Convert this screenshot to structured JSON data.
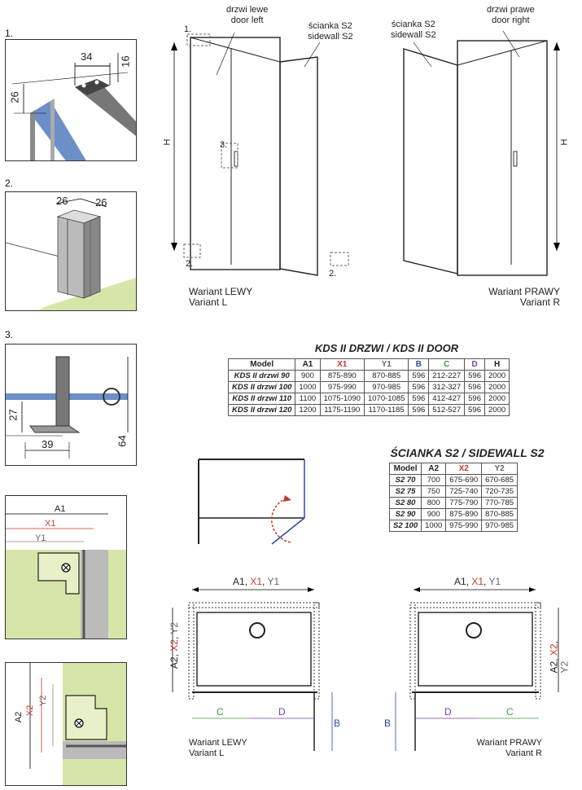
{
  "details": {
    "d1": {
      "label": "1.",
      "dims": [
        "34",
        "16",
        "26"
      ]
    },
    "d2": {
      "label": "2.",
      "dims": [
        "26",
        "26"
      ]
    },
    "d3": {
      "label": "3.",
      "dims": [
        "27",
        "39",
        "64"
      ]
    }
  },
  "top_left": {
    "callout_door": [
      "drzwi lewe",
      "door left"
    ],
    "callout_wall": [
      "ścianka S2",
      "sidewall S2"
    ],
    "markers": [
      "1.",
      "3.",
      "2.",
      "2."
    ],
    "height": "H",
    "caption": [
      "Wariant LEWY",
      "Variant L"
    ]
  },
  "top_right": {
    "callout_wall": [
      "ścianka S2",
      "sidewall S2"
    ],
    "callout_door": [
      "drzwi prawe",
      "door right"
    ],
    "height": "H",
    "caption": [
      "Wariant PRAWY",
      "Variant R"
    ]
  },
  "door_table": {
    "title": "KDS II DRZWI / KDS II DOOR",
    "headers": [
      "Model",
      "A1",
      "X1",
      "Y1",
      "B",
      "C",
      "D",
      "H"
    ],
    "rows": [
      [
        "KDS II drzwi 90",
        "900",
        "875-890",
        "870-885",
        "596",
        "212-227",
        "596",
        "2000"
      ],
      [
        "KDS II drzwi 100",
        "1000",
        "975-990",
        "970-985",
        "596",
        "312-327",
        "596",
        "2000"
      ],
      [
        "KDS II drzwi 110",
        "1100",
        "1075-1090",
        "1070-1085",
        "596",
        "412-427",
        "596",
        "2000"
      ],
      [
        "KDS II drzwi 120",
        "1200",
        "1175-1190",
        "1170-1185",
        "596",
        "512-527",
        "596",
        "2000"
      ]
    ]
  },
  "wall_table": {
    "title": "ŚCIANKA S2 / SIDEWALL S2",
    "headers": [
      "Model",
      "A2",
      "X2",
      "Y2"
    ],
    "rows": [
      [
        "S2 70",
        "700",
        "675-690",
        "670-685"
      ],
      [
        "S2 75",
        "750",
        "725-740",
        "720-735"
      ],
      [
        "S2 80",
        "800",
        "775-790",
        "770-785"
      ],
      [
        "S2 90",
        "900",
        "875-890",
        "870-885"
      ],
      [
        "S2 100",
        "1000",
        "975-990",
        "970-985"
      ]
    ]
  },
  "plan_labels": {
    "a1": "A1",
    "x1": "X1",
    "y1": "Y1",
    "a2": "A2",
    "x2": "X2",
    "y2": "Y2",
    "c": "C",
    "d": "D",
    "b": "B",
    "left_caption": [
      "Wariant LEWY",
      "Variant L"
    ],
    "right_caption": [
      "Wariant PRAWY",
      "Variant R"
    ]
  },
  "colors": {
    "accent_red": "#c0392b",
    "accent_blue": "#2c4aa0",
    "accent_green": "#3d9a3d",
    "accent_purple": "#7a3ea0",
    "wall_fill": "#d6e6a8"
  }
}
